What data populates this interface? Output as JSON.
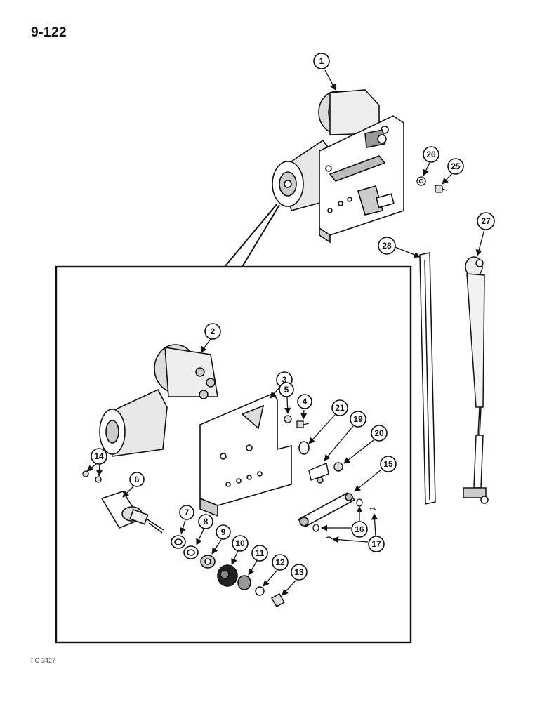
{
  "page": {
    "number": "9-122",
    "figure_code": "FC-3427"
  },
  "callouts": [
    {
      "id": "1",
      "label": "1"
    },
    {
      "id": "2",
      "label": "2"
    },
    {
      "id": "3",
      "label": "3"
    },
    {
      "id": "4",
      "label": "4"
    },
    {
      "id": "5",
      "label": "5"
    },
    {
      "id": "6",
      "label": "6"
    },
    {
      "id": "7",
      "label": "7"
    },
    {
      "id": "8",
      "label": "8"
    },
    {
      "id": "9",
      "label": "9"
    },
    {
      "id": "10",
      "label": "10"
    },
    {
      "id": "11",
      "label": "11"
    },
    {
      "id": "12",
      "label": "12"
    },
    {
      "id": "13",
      "label": "13"
    },
    {
      "id": "14",
      "label": "14"
    },
    {
      "id": "15",
      "label": "15"
    },
    {
      "id": "16",
      "label": "16"
    },
    {
      "id": "17",
      "label": "17"
    },
    {
      "id": "19",
      "label": "19"
    },
    {
      "id": "20",
      "label": "20"
    },
    {
      "id": "21",
      "label": "21"
    },
    {
      "id": "25",
      "label": "25"
    },
    {
      "id": "26",
      "label": "26"
    },
    {
      "id": "27",
      "label": "27"
    },
    {
      "id": "28",
      "label": "28"
    }
  ]
}
